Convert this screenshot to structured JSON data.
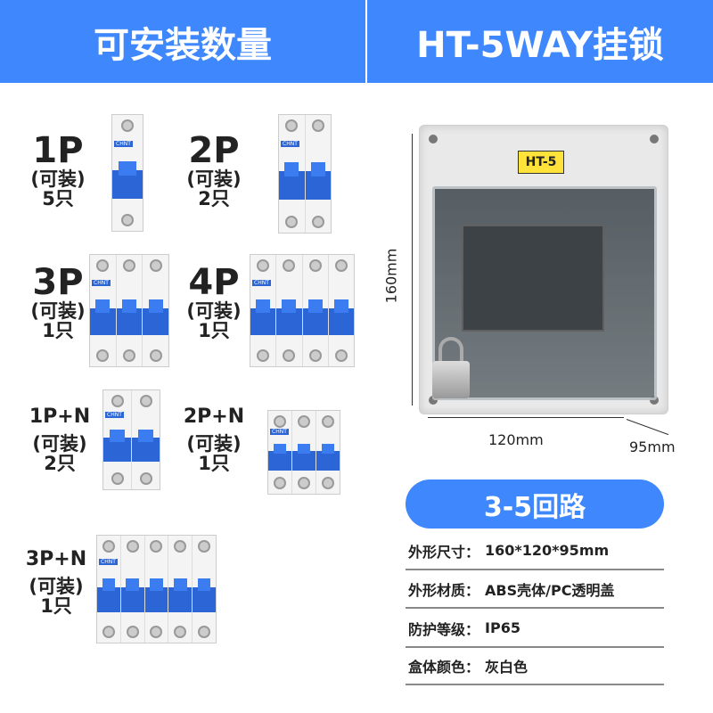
{
  "header": {
    "left_title": "可安装数量",
    "right_title": "HT-5WAY挂锁"
  },
  "breakers": [
    {
      "type": "1P",
      "note": "(可装)",
      "count": "5只"
    },
    {
      "type": "2P",
      "note": "(可装)",
      "count": "2只"
    },
    {
      "type": "3P",
      "note": "(可装)",
      "count": "1只"
    },
    {
      "type": "4P",
      "note": "(可装)",
      "count": "1只"
    },
    {
      "type": "1P+N",
      "note": "(可装)",
      "count": "2只"
    },
    {
      "type": "2P+N",
      "note": "(可装)",
      "count": "1只"
    },
    {
      "type": "3P+N",
      "note": "(可装)",
      "count": "1只"
    }
  ],
  "product": {
    "label": "HT-5",
    "brand": "CHNT",
    "height": "160mm",
    "width": "120mm",
    "depth": "95mm"
  },
  "circuits_badge": "3-5回路",
  "specs": [
    {
      "key": "外形尺寸：",
      "value": "160*120*95mm"
    },
    {
      "key": "外形材质：",
      "value": "ABS壳体/PC透明盖"
    },
    {
      "key": "防护等级：",
      "value": "IP65"
    },
    {
      "key": "盒体颜色：",
      "value": "灰白色"
    }
  ],
  "colors": {
    "accent": "#3f87fd",
    "breaker_blue": "#2c66d6",
    "label_yellow": "#ffe23a"
  }
}
